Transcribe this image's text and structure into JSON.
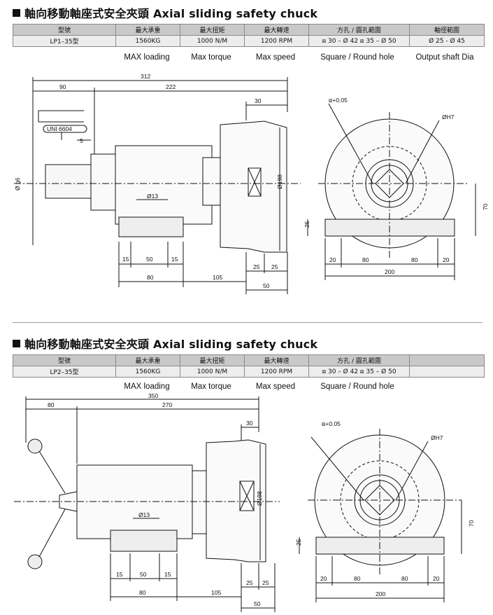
{
  "sections": [
    {
      "title": "軸向移動軸座式安全夾頭 Axial sliding safety chuck",
      "table": {
        "headers": [
          "型號",
          "最大承重",
          "最大扭矩",
          "最大轉速",
          "方孔 / 圓孔範圍",
          "軸徑範圍"
        ],
        "values": [
          "LP1–35型",
          "1560KG",
          "1000 N/M",
          "1200 RPM",
          "⧈ 30 – Ø 42  ⧈ 35 – Ø 50",
          "Ø 25 - Ø 45"
        ]
      },
      "labels": [
        "MAX loading",
        "Max torque",
        "Max speed",
        "Square / Round hole",
        "Output shaft Dia"
      ],
      "dims": {
        "total": "312",
        "left": "90",
        "right": "222",
        "flange": "30",
        "uni": "UNI 6604",
        "five": "5",
        "phi6": "Ø g6",
        "phi13": "Ø13",
        "phi198": "Ø198",
        "b15a": "15",
        "b50": "50",
        "b15b": "15",
        "b80": "80",
        "b105": "105",
        "b25a": "25",
        "b25b": "25",
        "b50r": "50",
        "tol": "⧈+0.05",
        "h7": "ØH7",
        "r20a": "20",
        "r80a": "80",
        "r80b": "80",
        "r20b": "20",
        "r200": "200",
        "r70": "70",
        "r25": "25"
      }
    },
    {
      "title": "軸向移動軸座式安全夾頭 Axial sliding safety chuck",
      "table": {
        "headers": [
          "型號",
          "最大承重",
          "最大扭矩",
          "最大轉速",
          "方孔 / 圓孔範圍",
          ""
        ],
        "values": [
          "LP2–35型",
          "1560KG",
          "1000 N/M",
          "1200 RPM",
          "⧈ 30 – Ø 42  ⧈ 35 – Ø 50",
          ""
        ]
      },
      "labels": [
        "MAX loading",
        "Max torque",
        "Max speed",
        "Square / Round hole"
      ],
      "dims": {
        "total": "350",
        "left": "80",
        "right": "270",
        "flange": "30",
        "phi13": "Ø13",
        "phi198": "Ø198",
        "b15a": "15",
        "b50": "50",
        "b15b": "15",
        "b80": "80",
        "b105": "105",
        "b25a": "25",
        "b25b": "25",
        "b50r": "50",
        "tol": "⧈+0.05",
        "h7": "ØH7",
        "r20a": "20",
        "r80a": "80",
        "r80b": "80",
        "r20b": "20",
        "r200": "200",
        "r70": "70",
        "r25": "25"
      }
    }
  ]
}
